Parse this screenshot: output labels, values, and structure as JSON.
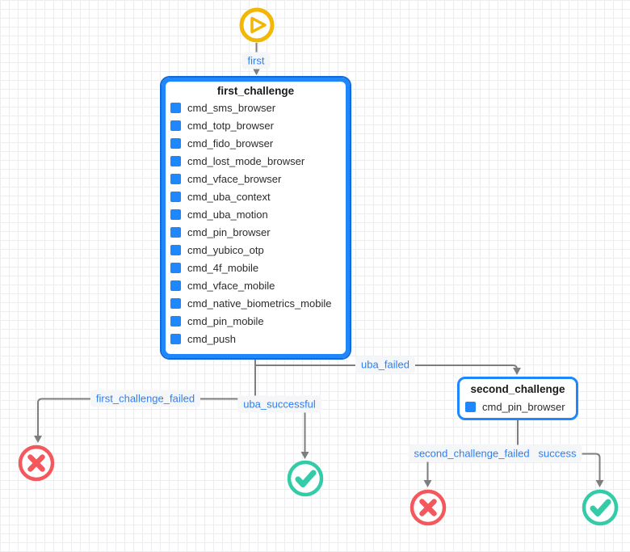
{
  "diagram": {
    "nodes": {
      "first_challenge": {
        "title": "first_challenge",
        "items": [
          "cmd_sms_browser",
          "cmd_totp_browser",
          "cmd_fido_browser",
          "cmd_lost_mode_browser",
          "cmd_vface_browser",
          "cmd_uba_context",
          "cmd_uba_motion",
          "cmd_pin_browser",
          "cmd_yubico_otp",
          "cmd_4f_mobile",
          "cmd_vface_mobile",
          "cmd_native_biometrics_mobile",
          "cmd_pin_mobile",
          "cmd_push"
        ]
      },
      "second_challenge": {
        "title": "second_challenge",
        "items": [
          "cmd_pin_browser"
        ]
      }
    },
    "edge_labels": {
      "first": "first",
      "uba_failed": "uba_failed",
      "uba_successful": "uba_successful",
      "first_challenge_failed": "first_challenge_failed",
      "second_challenge_failed": "second_challenge_failed",
      "success": "success"
    },
    "icons": {
      "start": "play-circle-icon",
      "failure": "cross-circle-icon",
      "success": "check-circle-icon",
      "command": "blue-square-icon"
    },
    "colors": {
      "node_accent": "#1E87FB",
      "selection_outline": "#1169DE",
      "start_yellow": "#F2B705",
      "failure_red": "#F4585C",
      "success_teal": "#34CBA8",
      "edge_gray": "#7E7E7E",
      "label_text": "#2D7FF0",
      "label_bg": "#F5F6F8"
    }
  }
}
